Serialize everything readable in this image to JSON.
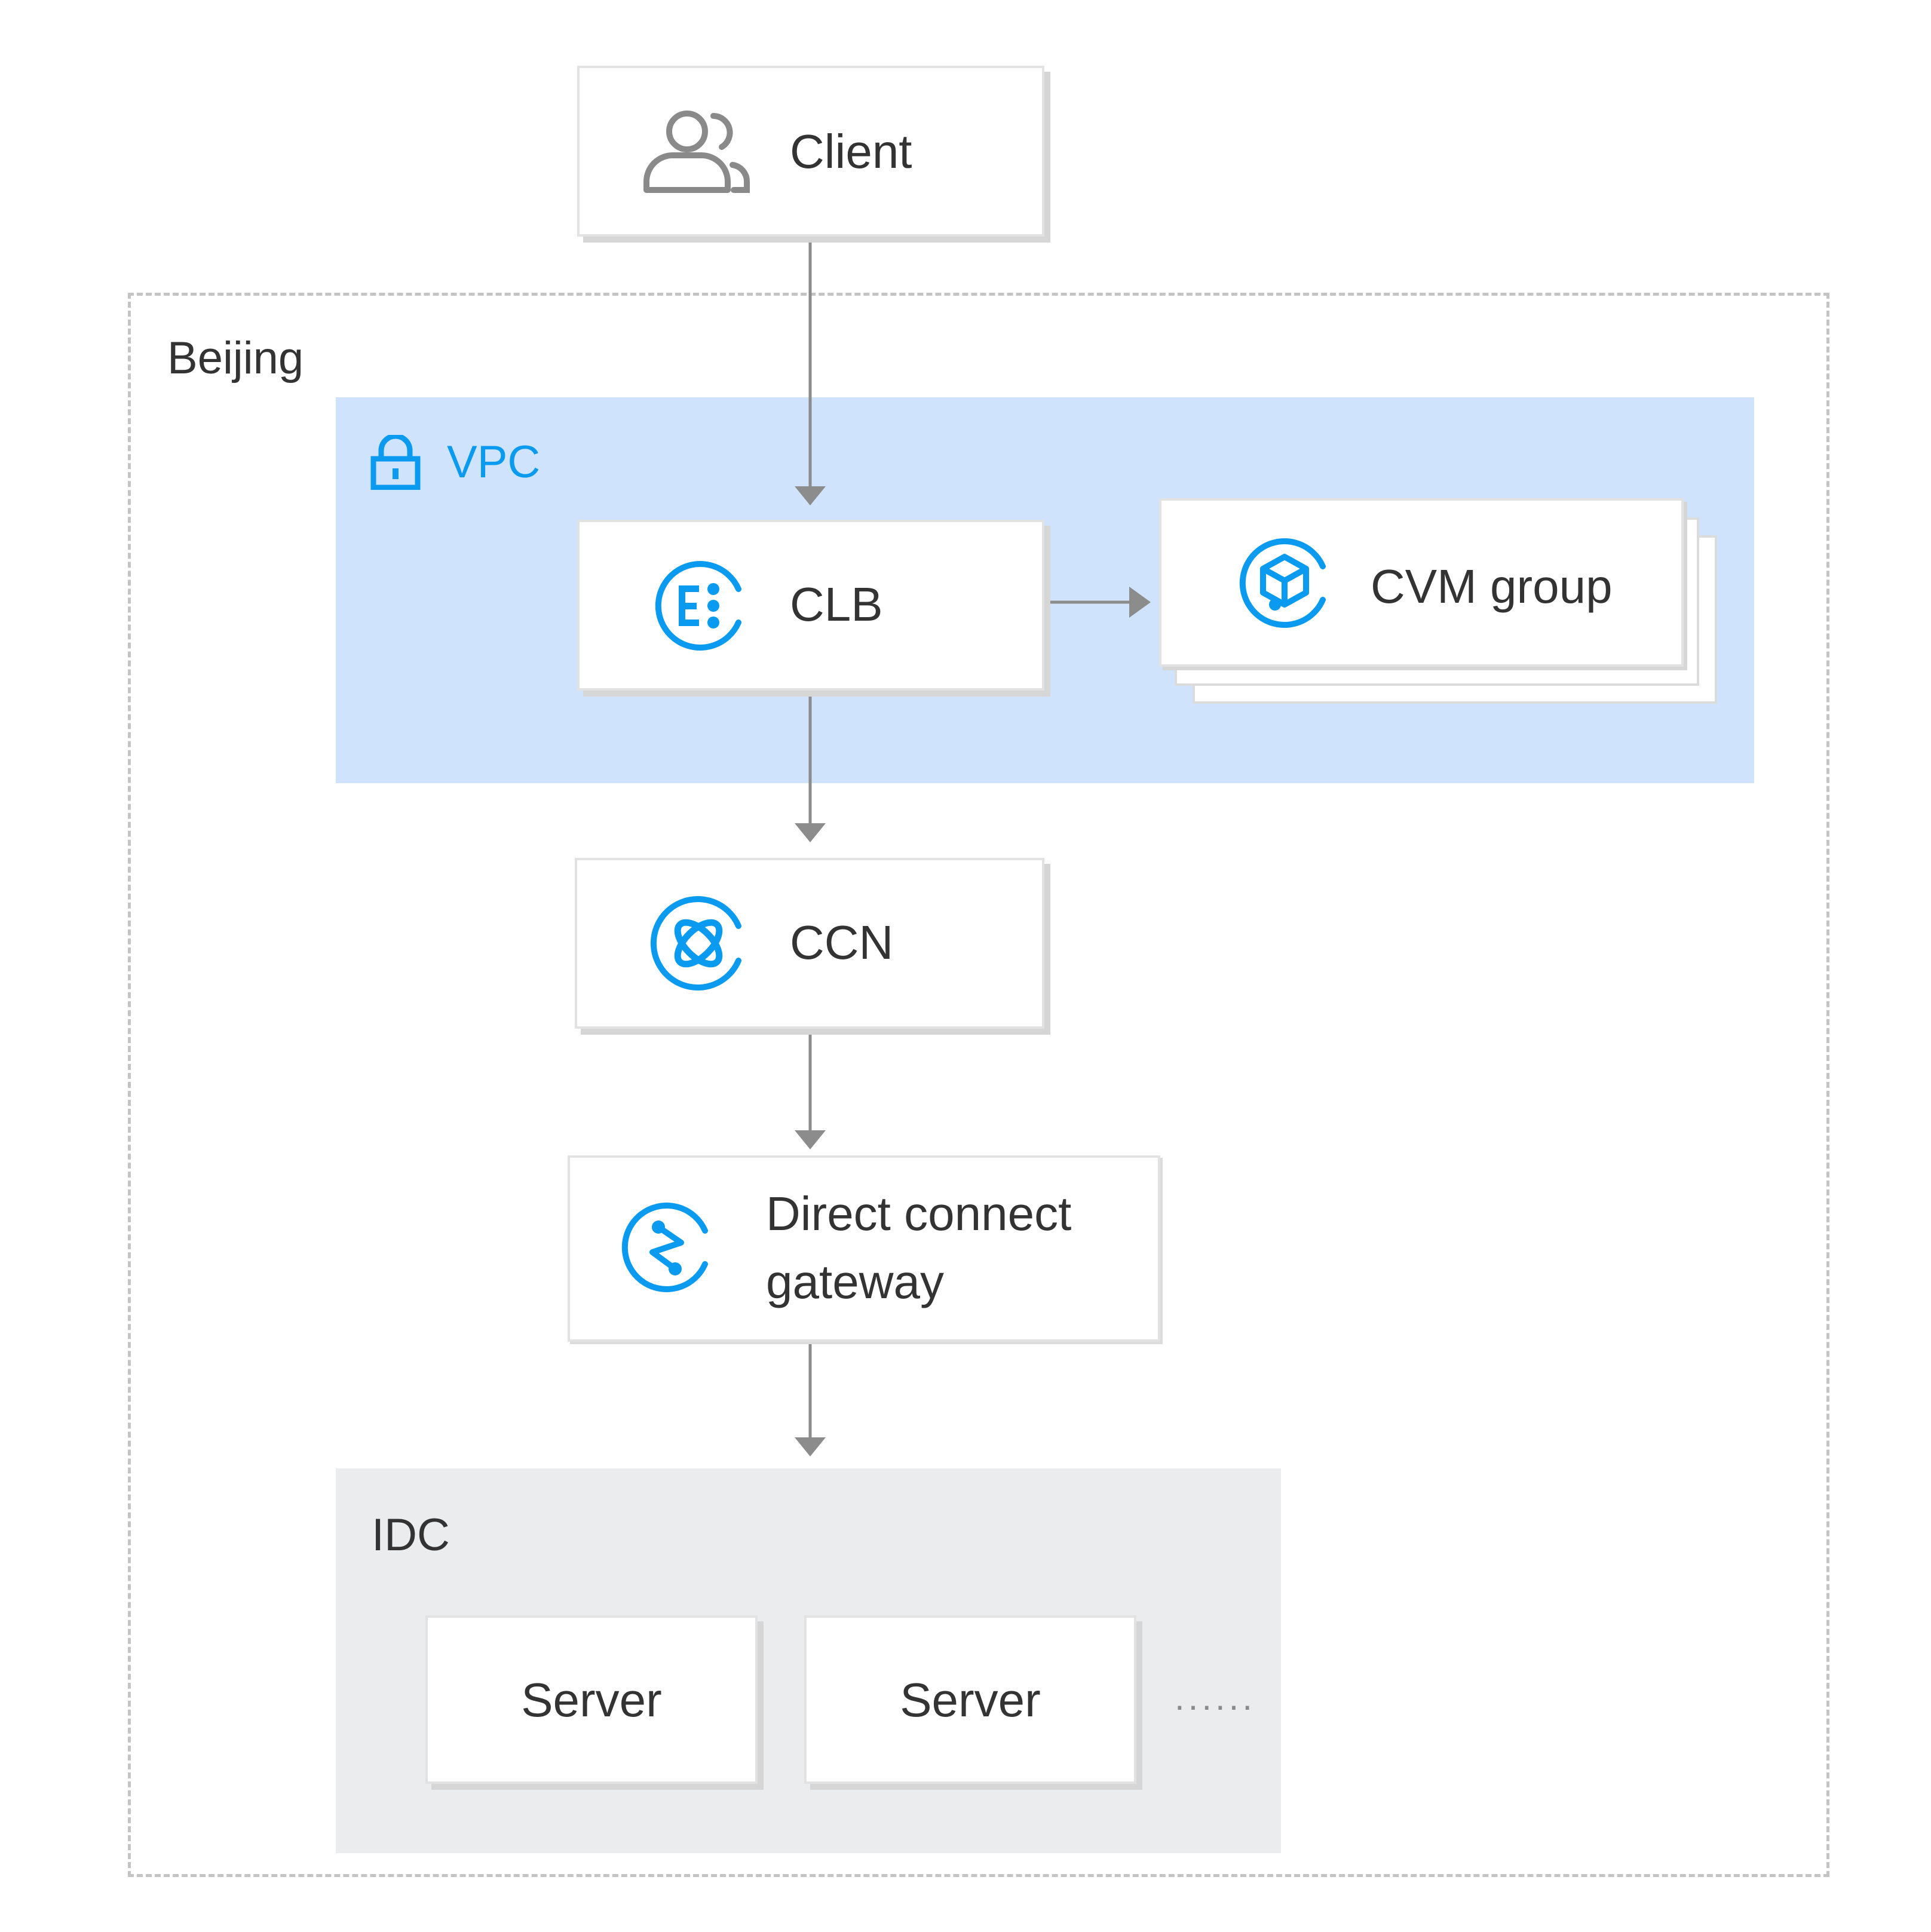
{
  "regions": {
    "beijing": "Beijing",
    "vpc": "VPC",
    "idc": "IDC"
  },
  "nodes": {
    "client": "Client",
    "clb": "CLB",
    "cvm_group": "CVM group",
    "ccn": "CCN",
    "dc_gateway_line1": "Direct connect",
    "dc_gateway_line2": "gateway",
    "server_1": "Server",
    "server_2": "Server",
    "more": "......"
  },
  "icons": {
    "client": "users-icon",
    "vpc": "lock-icon",
    "clb": "load-balancer-icon",
    "cvm_group": "cube-icon",
    "ccn": "network-orbit-icon",
    "dc_gateway": "gateway-icon"
  },
  "colors": {
    "accent": "#0a9bf0",
    "vpc_fill": "#d0e3fc",
    "idc_fill": "#ebecee",
    "arrow": "#8c8c8c",
    "text": "#333333",
    "icon_gray": "#8a8a8a"
  }
}
